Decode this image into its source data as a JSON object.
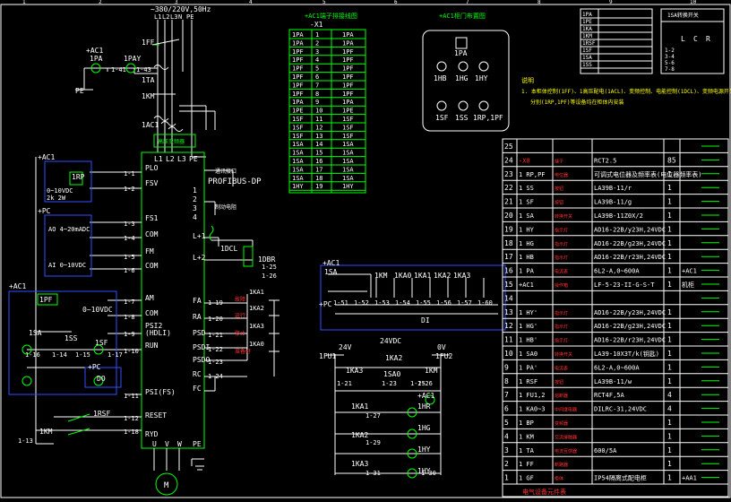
{
  "header_numbers": [
    "1",
    "2",
    "3",
    "4",
    "5",
    "6",
    "7",
    "8",
    "9",
    "10"
  ],
  "power": {
    "supply": "~380/220V,50Hz",
    "phases": [
      "L1",
      "L2",
      "L3",
      "N",
      "PE"
    ],
    "breaker": "1FF",
    "meter_a": "1PA",
    "meter_v": "1PAY",
    "acl_a": "+AC1",
    "ct": "1TA",
    "contactor": "1KM",
    "reactor": "1AC1",
    "pe": "PE",
    "ct_tags": [
      "1-41",
      "1-43"
    ]
  },
  "inverter": {
    "top_label": "高压变频器",
    "inputs": [
      "L1",
      "L2",
      "L3",
      "PE"
    ],
    "left_terminals": [
      "PLO",
      "FSV",
      "FS1",
      "COM",
      "FM",
      "COM",
      "AM",
      "COM",
      "PSI2 (HDLI)",
      "RUN",
      "PSI(FS)",
      "RESET",
      "RYD"
    ],
    "bottom_terminals": [
      "U",
      "V",
      "W"
    ],
    "right_terminals": [
      "1",
      "2",
      "3",
      "4",
      "L+1",
      "L+2",
      "FA",
      "RA",
      "PSD",
      "PSDI",
      "PSDO",
      "RC",
      "FC",
      "PE"
    ],
    "profibus": "PROFIBUS-DP",
    "comm_label": "通讯接口",
    "brake_label": "制动电阻",
    "dcl": "1DCL",
    "dbr": "1DBR",
    "motor": "M"
  },
  "left_panel": {
    "acl1": "+AC1",
    "pot": "1RP",
    "pot_spec": "0~10VDC",
    "pot_spec2": "2k 2W",
    "pc1": "+PC",
    "ai_label": "AO 4~20mADC",
    "ai2_label": "AI 0~10VDC",
    "acl2": "+AC1",
    "rpf": "1PF",
    "rpf_spec": "0~10VDC",
    "sa": "1SA",
    "ss": "1SS",
    "sf": "1SF",
    "pc2": "+PC",
    "do_label": "DO",
    "rsf": "1RSF",
    "km": "1KM",
    "wires": [
      "1-1",
      "1-2",
      "1-3",
      "1-4",
      "1-5",
      "1-6",
      "1-7",
      "1-8",
      "1-9",
      "1-10",
      "1-11",
      "1-12",
      "1-13",
      "1-14",
      "1-15",
      "1-16",
      "1-17",
      "1-18"
    ]
  },
  "relays": {
    "ka": [
      "1KA1",
      "1KA2",
      "1KA3",
      "1KA0"
    ],
    "labels": [
      "故障",
      "运行",
      "停止",
      "准备好"
    ],
    "wires": [
      "1-19",
      "1-20",
      "1-21",
      "1-22",
      "1-23",
      "1-24",
      "1-25",
      "1-26"
    ]
  },
  "terminal_block": {
    "title": "+AC1端子排接线图",
    "code": "-X1",
    "rows": [
      "1PA",
      "1PA",
      "1PF",
      "1PF",
      "1PF",
      "1PF",
      "1PF",
      "1PF",
      "1PA",
      "1PE",
      "1SF",
      "1SF",
      "1SF",
      "1SA",
      "1SA",
      "1SA",
      "1SA",
      "1SA",
      "1HY"
    ],
    "nums": [
      "1",
      "2",
      "3",
      "4",
      "5",
      "6",
      "7",
      "8",
      "9",
      "10",
      "11",
      "12",
      "13",
      "14",
      "15",
      "16",
      "17",
      "18",
      "19"
    ]
  },
  "door_panel": {
    "title": "+AC1柜门布置图",
    "items": [
      "1PA",
      "1HB",
      "1HG",
      "1HY",
      "1SF",
      "1SS",
      "1RP,1PF"
    ]
  },
  "notes": {
    "title": "说明",
    "line1": "1. 本柜体控制(1FF)、1高压配电(1ACL)、变频控制、电能控制(1DCL)、变频电源开关(1FU)",
    "line2": "分别(1RP,1PF)等设备均在柜体内安装"
  },
  "symbol_table": {
    "rows": [
      "1PA",
      "1PE",
      "1KA",
      "1KM",
      "1RSF",
      "1SF",
      "1SA",
      "1SS"
    ]
  },
  "switch_table": {
    "title": "1SA转换开关",
    "cols": [
      "L",
      "C",
      "R"
    ],
    "rows": [
      "1-2",
      "3-4",
      "5-6",
      "7-8"
    ]
  },
  "bus_panel": {
    "acl": "+AC1",
    "sa": "1SA",
    "pc": "+PC",
    "top": [
      "1KM",
      "1KA0",
      "1KA1",
      "1KA2",
      "1KA3"
    ],
    "wires": [
      "1-51",
      "1-52",
      "1-53",
      "1-54",
      "1-55",
      "1-56",
      "1-57",
      "1-60"
    ],
    "di": "DI"
  },
  "control": {
    "v24": "24V",
    "v0": "0V",
    "vdc": "24VDC",
    "fu1": "1FU1",
    "fu2": "1FU2",
    "ka3": "1KA3",
    "ka2": "1KA2",
    "sao": "1SA0",
    "km": "1KM",
    "acl": "+AC1",
    "ka1": "1KA1",
    "ka2b": "1KA2",
    "ka3b": "1KA3",
    "lamps": [
      "1HR",
      "1HG",
      "1HY",
      "1HY"
    ],
    "wires": [
      "1-21",
      "1-23",
      "1-25",
      "1-27",
      "1-29",
      "1-31",
      "1-30",
      "1-26"
    ]
  },
  "bom": {
    "title": "电气设备元件表",
    "rows": [
      {
        "no": "25",
        "code": "",
        "name": "",
        "model": "",
        "qty": "",
        "note": ""
      },
      {
        "no": "24",
        "code": "-X0",
        "name": "端子",
        "model": "RCT2.5",
        "qty": "85",
        "note": ""
      },
      {
        "no": "23",
        "code": "1 RP,PF",
        "name": "电位器",
        "model": "可调式电位器及频率表(电位器频率表)",
        "qty": "1",
        "note": ""
      },
      {
        "no": "22",
        "code": "1 SS",
        "name": "按钮",
        "model": "LA39B-11/r",
        "qty": "1",
        "note": ""
      },
      {
        "no": "21",
        "code": "1 SF",
        "name": "按钮",
        "model": "LA39B-11/g",
        "qty": "1",
        "note": ""
      },
      {
        "no": "20",
        "code": "1 SA",
        "name": "转换开关",
        "model": "LA39B-11Z0X/2",
        "qty": "1",
        "note": ""
      },
      {
        "no": "19",
        "code": "1 HY",
        "name": "指示灯",
        "model": "AD16-22B/y23H,24VDC",
        "qty": "1",
        "note": ""
      },
      {
        "no": "18",
        "code": "1 HG",
        "name": "指示灯",
        "model": "AD16-22B/g23H,24VDC",
        "qty": "1",
        "note": ""
      },
      {
        "no": "17",
        "code": "1 HB",
        "name": "指示灯",
        "model": "AD16-22B/r23H,24VDC",
        "qty": "1",
        "note": ""
      },
      {
        "no": "16",
        "code": "1 PA",
        "name": "电流表",
        "model": "6L2-A,0~600A",
        "qty": "1",
        "note": "+AC1"
      },
      {
        "no": "15",
        "code": "+AC1",
        "name": "操作箱",
        "model": "LF-5-23-II-G-S-T",
        "qty": "1",
        "note": "机柜"
      },
      {
        "no": "14",
        "code": "",
        "name": "",
        "model": "",
        "qty": "",
        "note": ""
      },
      {
        "no": "13",
        "code": "1 HY'",
        "name": "指示灯",
        "model": "AD16-22B/y23H,24VDC",
        "qty": "1",
        "note": ""
      },
      {
        "no": "12",
        "code": "1 HG'",
        "name": "指示灯",
        "model": "AD16-22B/g23H,24VDC",
        "qty": "1",
        "note": ""
      },
      {
        "no": "11",
        "code": "1 HB'",
        "name": "指示灯",
        "model": "AD16-22B/r23H,24VDC",
        "qty": "1",
        "note": ""
      },
      {
        "no": "10",
        "code": "1 SA0",
        "name": "转换开关",
        "model": "LA39-10X3T/k(钥匙)",
        "qty": "1",
        "note": ""
      },
      {
        "no": "9",
        "code": "1 PA'",
        "name": "电流表",
        "model": "6L2-A,0~600A",
        "qty": "1",
        "note": ""
      },
      {
        "no": "8",
        "code": "1 RSF",
        "name": "按钮",
        "model": "LA39B-11/w",
        "qty": "1",
        "note": ""
      },
      {
        "no": "7",
        "code": "1 FU1,2",
        "name": "熔断器",
        "model": "RCT4F,5A",
        "qty": "4",
        "note": ""
      },
      {
        "no": "6",
        "code": "1 KA0~3",
        "name": "中间继电器",
        "model": "DILRC-31,24VDC",
        "qty": "4",
        "note": ""
      },
      {
        "no": "5",
        "code": "1 BP",
        "name": "变频器",
        "model": "",
        "qty": "1",
        "note": ""
      },
      {
        "no": "4",
        "code": "1 KM",
        "name": "交流接触器",
        "model": "",
        "qty": "1",
        "note": ""
      },
      {
        "no": "3",
        "code": "1 TA",
        "name": "电流互感器",
        "model": "600/5A",
        "qty": "1",
        "note": ""
      },
      {
        "no": "2",
        "code": "1 FF",
        "name": "断路器",
        "model": "",
        "qty": "1",
        "note": ""
      },
      {
        "no": "1",
        "code": "1 GF",
        "name": "柜体",
        "model": "IP54隔离式配电柜",
        "qty": "1",
        "note": "+AA1"
      }
    ]
  },
  "colors": {
    "background": "#000000",
    "wire": "#ffffff",
    "device": "#00ff00",
    "text": "#ffffff",
    "accent": "#ffff00",
    "box": "#3050ff",
    "bus": "#3050ff",
    "alarm": "#ff3030"
  }
}
